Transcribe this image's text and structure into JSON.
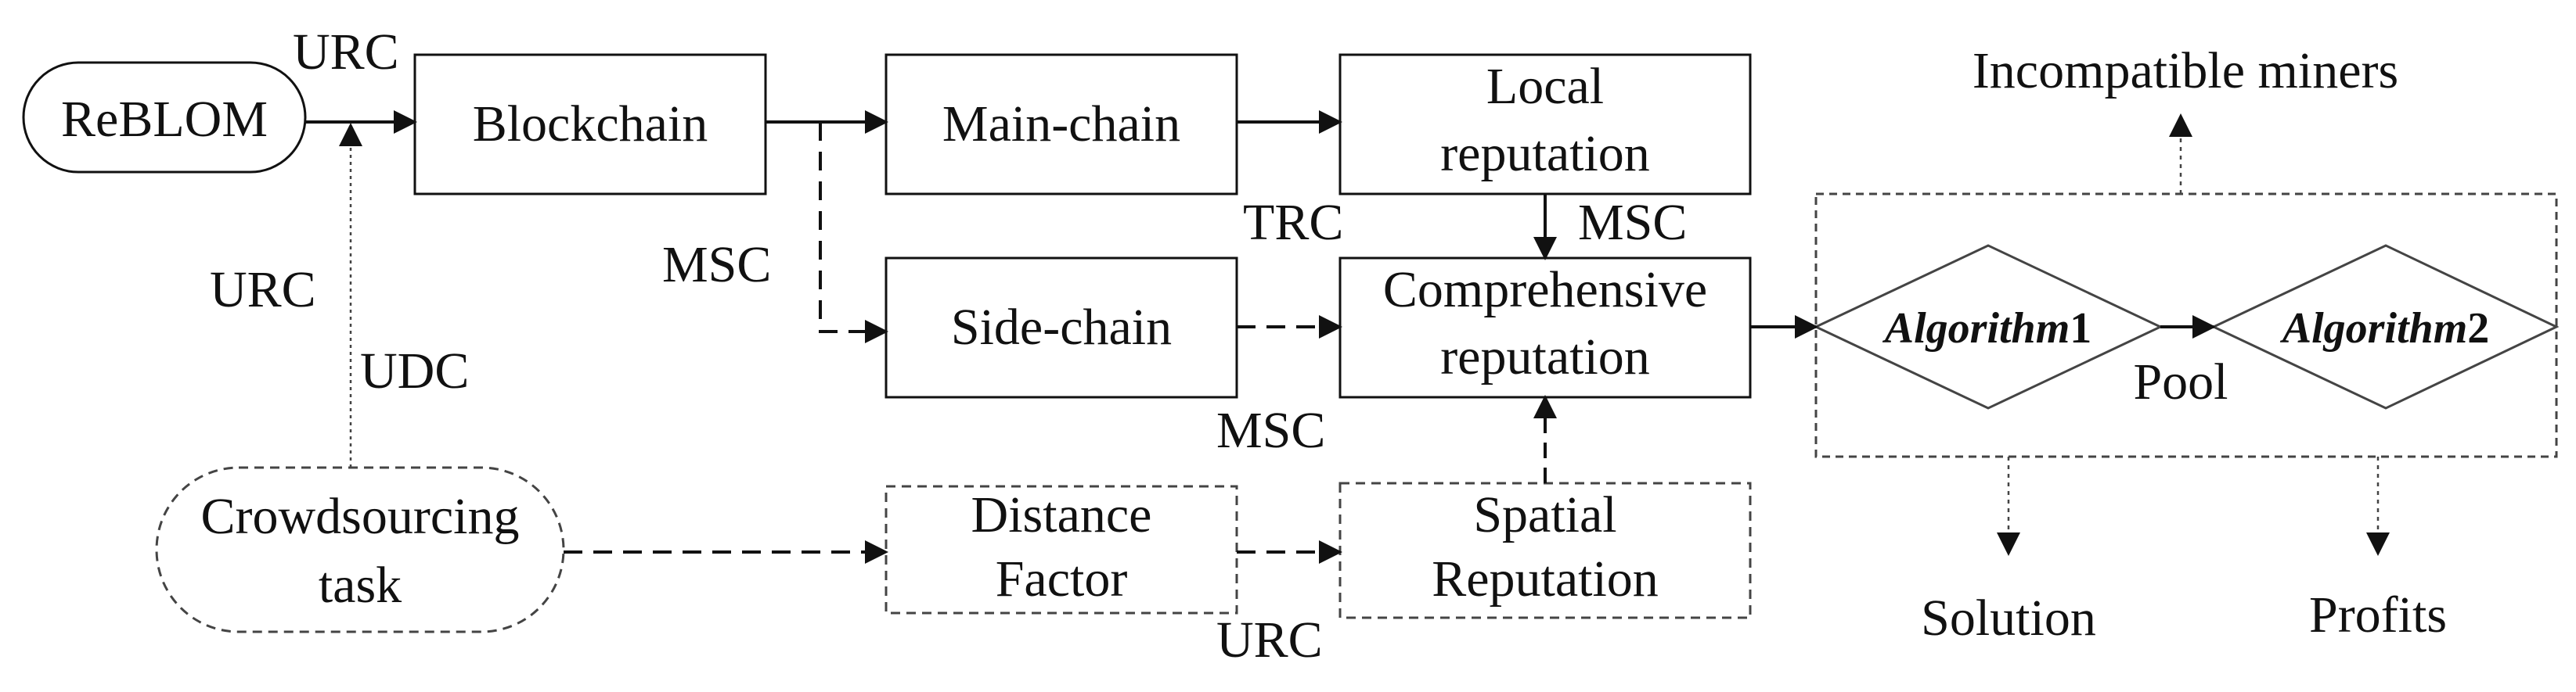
{
  "nodes": {
    "reblom": "ReBLOM",
    "blockchain": "Blockchain",
    "main_chain": "Main-chain",
    "local_reputation": [
      "Local",
      "reputation"
    ],
    "side_chain": "Side-chain",
    "comprehensive_reputation": [
      "Comprehensive",
      "reputation"
    ],
    "crowdsourcing_task": [
      "Crowdsourcing",
      "task"
    ],
    "distance_factor": [
      "Distance",
      "Factor"
    ],
    "spatial_reputation": [
      "Spatial",
      "Reputation"
    ],
    "algorithm1": {
      "name": "Algorithm",
      "number": "1"
    },
    "algorithm2": {
      "name": "Algorithm",
      "number": "2"
    },
    "pool": "Pool",
    "incompatible_miners": "Incompatible miners",
    "solution": "Solution",
    "profits": "Profits"
  },
  "edge_labels": {
    "urc_top": "URC",
    "urc_left": "URC",
    "udc": "UDC",
    "msc_left": "MSC",
    "trc": "TRC",
    "msc_right": "MSC",
    "msc_bottom": "MSC",
    "urc_bottom": "URC"
  },
  "colors": {
    "stroke": "#111111",
    "dashed_stroke": "#444444",
    "background": "#ffffff"
  }
}
